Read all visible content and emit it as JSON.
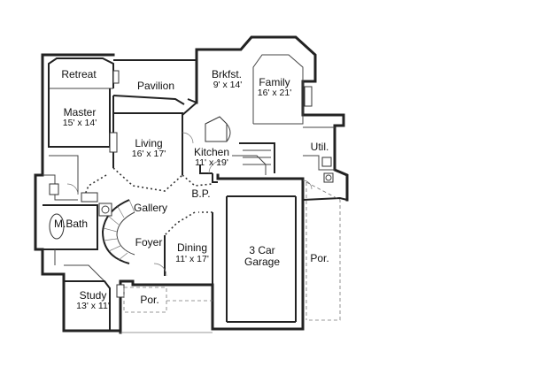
{
  "rooms": {
    "retreat": {
      "name": "Retreat"
    },
    "pavilion": {
      "name": "Pavilion"
    },
    "brkfst": {
      "name": "Brkfst.",
      "dim": "9' x 14'"
    },
    "family": {
      "name": "Family",
      "dim": "16' x 21'"
    },
    "master": {
      "name": "Master",
      "dim": "15' x 14'"
    },
    "living": {
      "name": "Living",
      "dim": "16' x 17'"
    },
    "kitchen": {
      "name": "Kitchen",
      "dim": "11' x 19'"
    },
    "util": {
      "name": "Util."
    },
    "bp": {
      "name": "B.P."
    },
    "gallery": {
      "name": "Gallery"
    },
    "mbath": {
      "name": "M.Bath"
    },
    "foyer": {
      "name": "Foyer"
    },
    "dining": {
      "name": "Dining",
      "dim": "11' x 17'"
    },
    "garage": {
      "name": "3 Car",
      "name2": "Garage"
    },
    "por_right": {
      "name": "Por."
    },
    "study": {
      "name": "Study",
      "dim": "13' x 11'"
    },
    "por_front": {
      "name": "Por."
    }
  }
}
